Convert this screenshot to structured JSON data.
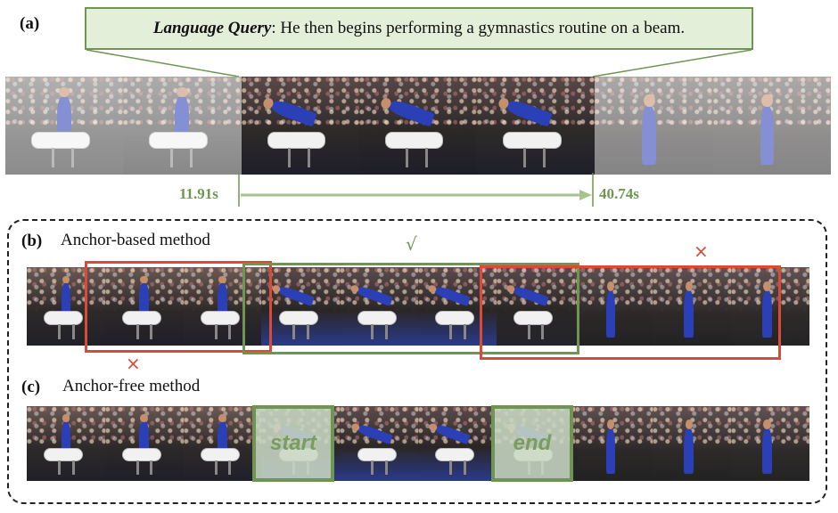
{
  "panel_a": {
    "label": "(a)",
    "query_label": "Language Query",
    "query_sep": ":",
    "query_text": "He then begins performing a gymnastics routine on a beam.",
    "start_time": "11.91s",
    "end_time": "40.74s"
  },
  "panel_b": {
    "label": "(b)",
    "title": "Anchor-based method",
    "correct_mark": "√",
    "wrong_mark": "×"
  },
  "panel_c": {
    "label": "(c)",
    "title": "Anchor-free method",
    "start_label": "start",
    "end_label": "end"
  },
  "colors": {
    "green": "#6e9650",
    "red": "#d94a38",
    "query_bg": "#e3efd9"
  }
}
